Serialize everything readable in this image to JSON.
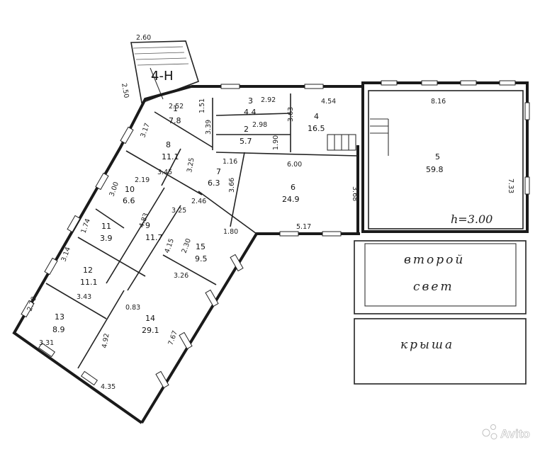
{
  "entrance": {
    "label": "4-H",
    "width": "2.60",
    "depth": "2.50"
  },
  "rooms": [
    {
      "num": "1",
      "area": "7.8"
    },
    {
      "num": "2",
      "area": "5.7"
    },
    {
      "num": "3",
      "area": "4.4"
    },
    {
      "num": "4",
      "area": "16.5"
    },
    {
      "num": "5",
      "area": "59.8"
    },
    {
      "num": "6",
      "area": "24.9"
    },
    {
      "num": "7",
      "area": "6.3"
    },
    {
      "num": "8",
      "area": "11.1"
    },
    {
      "num": "9",
      "area": "11.7"
    },
    {
      "num": "10",
      "area": "6.6"
    },
    {
      "num": "11",
      "area": "3.9"
    },
    {
      "num": "12",
      "area": "11.1"
    },
    {
      "num": "13",
      "area": "8.9"
    },
    {
      "num": "14",
      "area": "29.1"
    },
    {
      "num": "15",
      "area": "9.5"
    }
  ],
  "dims": {
    "d_2_52": "2.52",
    "d_1_51": "1.51",
    "d_3_17": "3.17",
    "d_2_92": "2.92",
    "d_4_54": "4.54",
    "d_2_98": "2.98",
    "d_3_63": "3.63",
    "d_1_90": "1.90",
    "d_3_39": "3.39",
    "d_3_25": "3.25",
    "d_3_45": "3.45",
    "d_1_16": "1.16",
    "d_3_66": "3.66",
    "d_6_00": "6.00",
    "d_8_16": "8.16",
    "d_7_33": "7.33",
    "d_3_68": "3.68",
    "d_2_19": "2.19",
    "d_3_00": "3.00",
    "d_2_46": "2.46",
    "d_3_25b": "3.25",
    "d_5_17": "5.17",
    "d_1_80": "1.80",
    "d_1_74": "1.74",
    "d_4_83": "4.83",
    "d_4_15": "4.15",
    "d_2_30": "2.30",
    "d_3_14": "3.14",
    "d_3_26": "3.26",
    "d_3_43": "3.43",
    "d_2_70": "2.70",
    "d_0_83": "0.83",
    "d_4_92": "4.92",
    "d_7_67": "7.67",
    "d_3_31": "3.31",
    "d_4_35": "4.35"
  },
  "ceiling_height": "h=3.00",
  "labels": {
    "second_light_1": "второй",
    "second_light_2": "свет",
    "roof": "крыша"
  },
  "watermark": "Avito"
}
